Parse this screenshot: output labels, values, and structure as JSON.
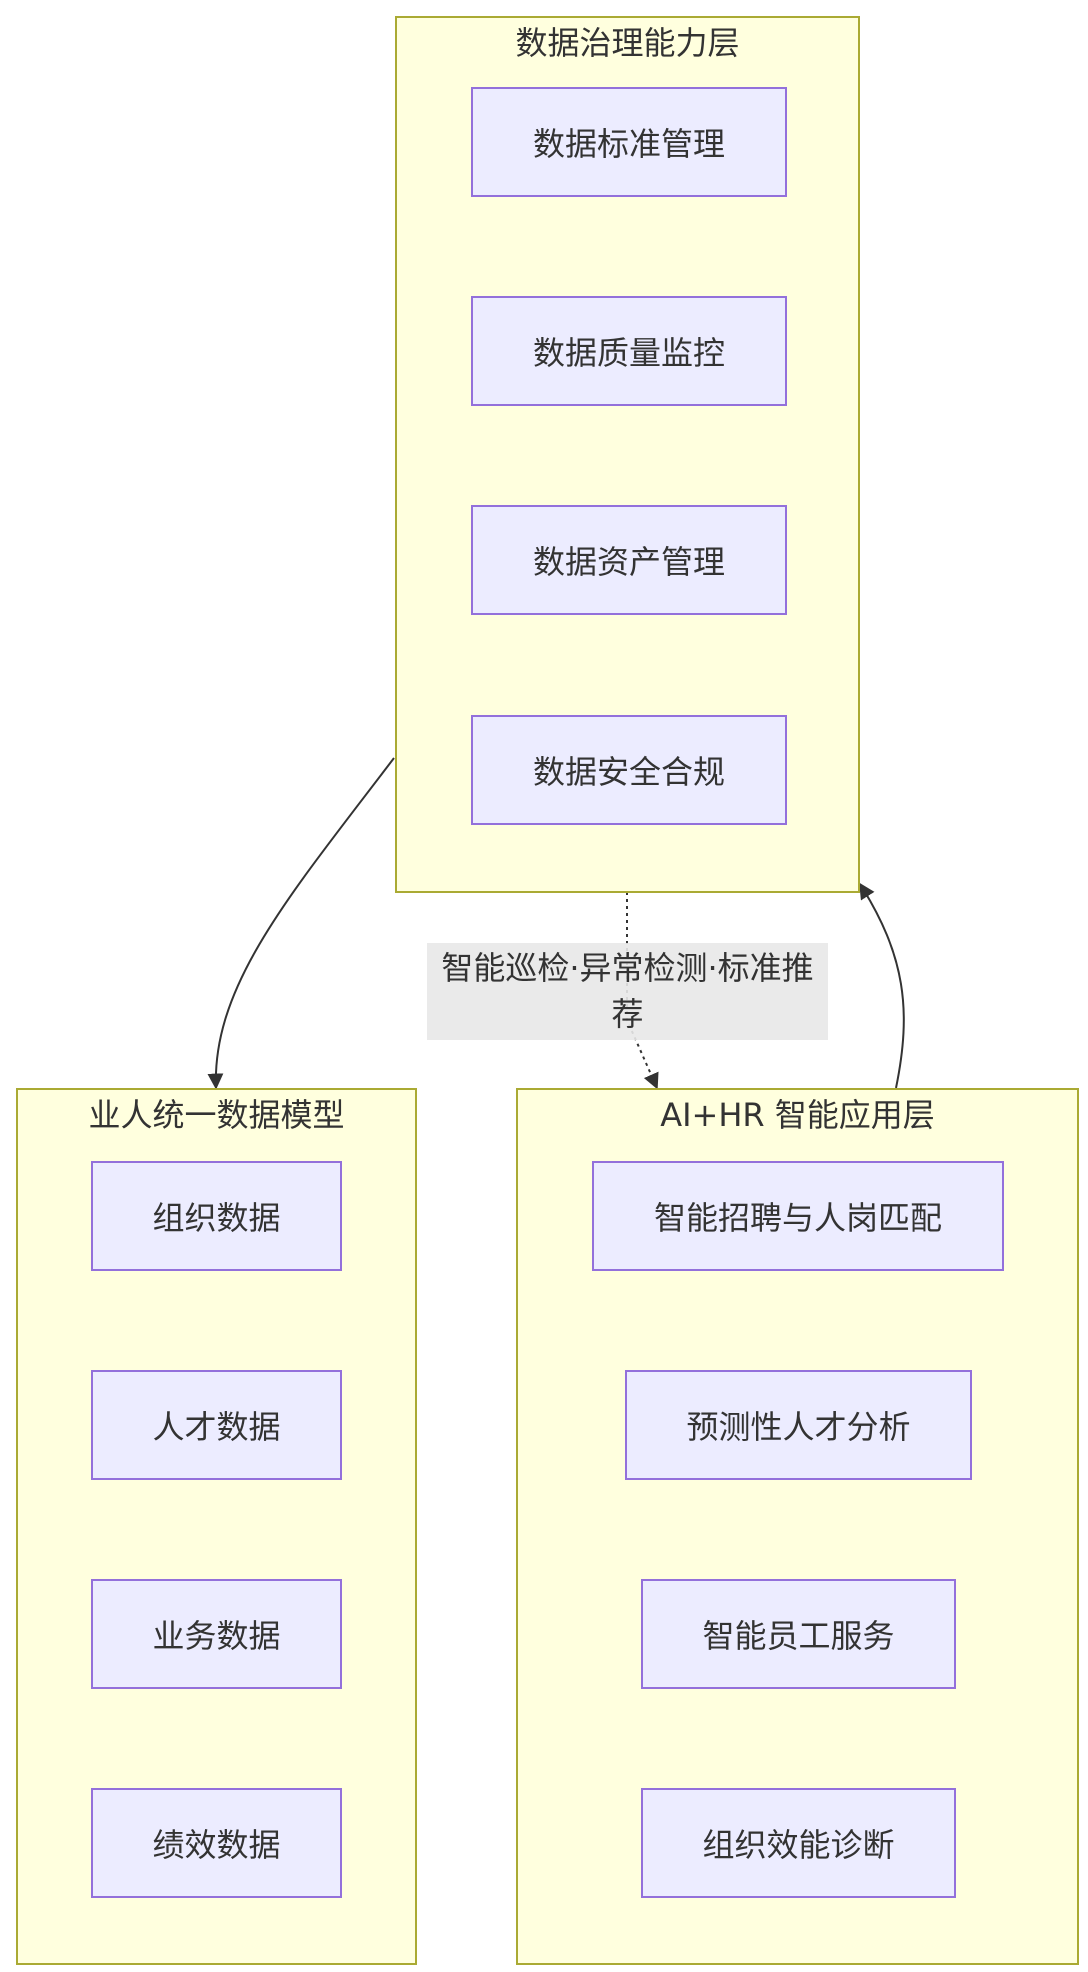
{
  "colors": {
    "cluster_fill": "#ffffde",
    "cluster_stroke": "#aaaa33",
    "node_fill": "#ececff",
    "node_stroke": "#9370db",
    "edge": "#333333",
    "label_bg": "#e8e8e8"
  },
  "governance": {
    "title": "数据治理能力层",
    "nodes": [
      "数据标准管理",
      "数据质量监控",
      "数据资产管理",
      "数据安全合规"
    ]
  },
  "model": {
    "title": "业人统一数据模型",
    "nodes": [
      "组织数据",
      "人才数据",
      "业务数据",
      "绩效数据"
    ]
  },
  "application": {
    "title": "AI+HR 智能应用层",
    "nodes": [
      "智能招聘与人岗匹配",
      "预测性人才分析",
      "智能员工服务",
      "组织效能诊断"
    ]
  },
  "edges": {
    "governance_to_application_label": "智能巡检·异常检测·标准推荐"
  }
}
